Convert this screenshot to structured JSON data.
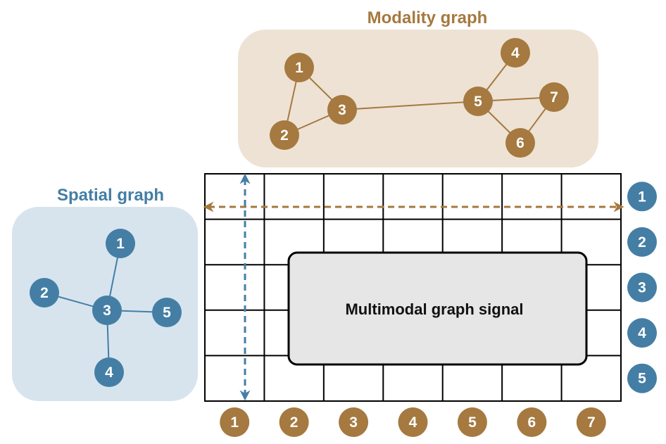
{
  "colors": {
    "modality": "#a5793f",
    "modality_bg": "#ede2d4",
    "spatial": "#447ea5",
    "spatial_bg": "#d7e4ee",
    "signal_box": "#e6e6e6"
  },
  "modality_graph": {
    "title": "Modality graph",
    "nodes": [
      "1",
      "2",
      "3",
      "4",
      "5",
      "6",
      "7"
    ],
    "edges": [
      [
        "1",
        "2"
      ],
      [
        "1",
        "3"
      ],
      [
        "2",
        "3"
      ],
      [
        "3",
        "5"
      ],
      [
        "5",
        "4"
      ],
      [
        "5",
        "7"
      ],
      [
        "5",
        "6"
      ],
      [
        "6",
        "7"
      ]
    ]
  },
  "spatial_graph": {
    "title": "Spatial graph",
    "nodes": [
      "1",
      "2",
      "3",
      "4",
      "5"
    ],
    "edges": [
      [
        "3",
        "1"
      ],
      [
        "3",
        "2"
      ],
      [
        "3",
        "4"
      ],
      [
        "3",
        "5"
      ]
    ]
  },
  "signal": {
    "label": "Multimodal graph signal",
    "column_labels": [
      "1",
      "2",
      "3",
      "4",
      "5",
      "6",
      "7"
    ],
    "row_labels": [
      "1",
      "2",
      "3",
      "4",
      "5"
    ]
  }
}
